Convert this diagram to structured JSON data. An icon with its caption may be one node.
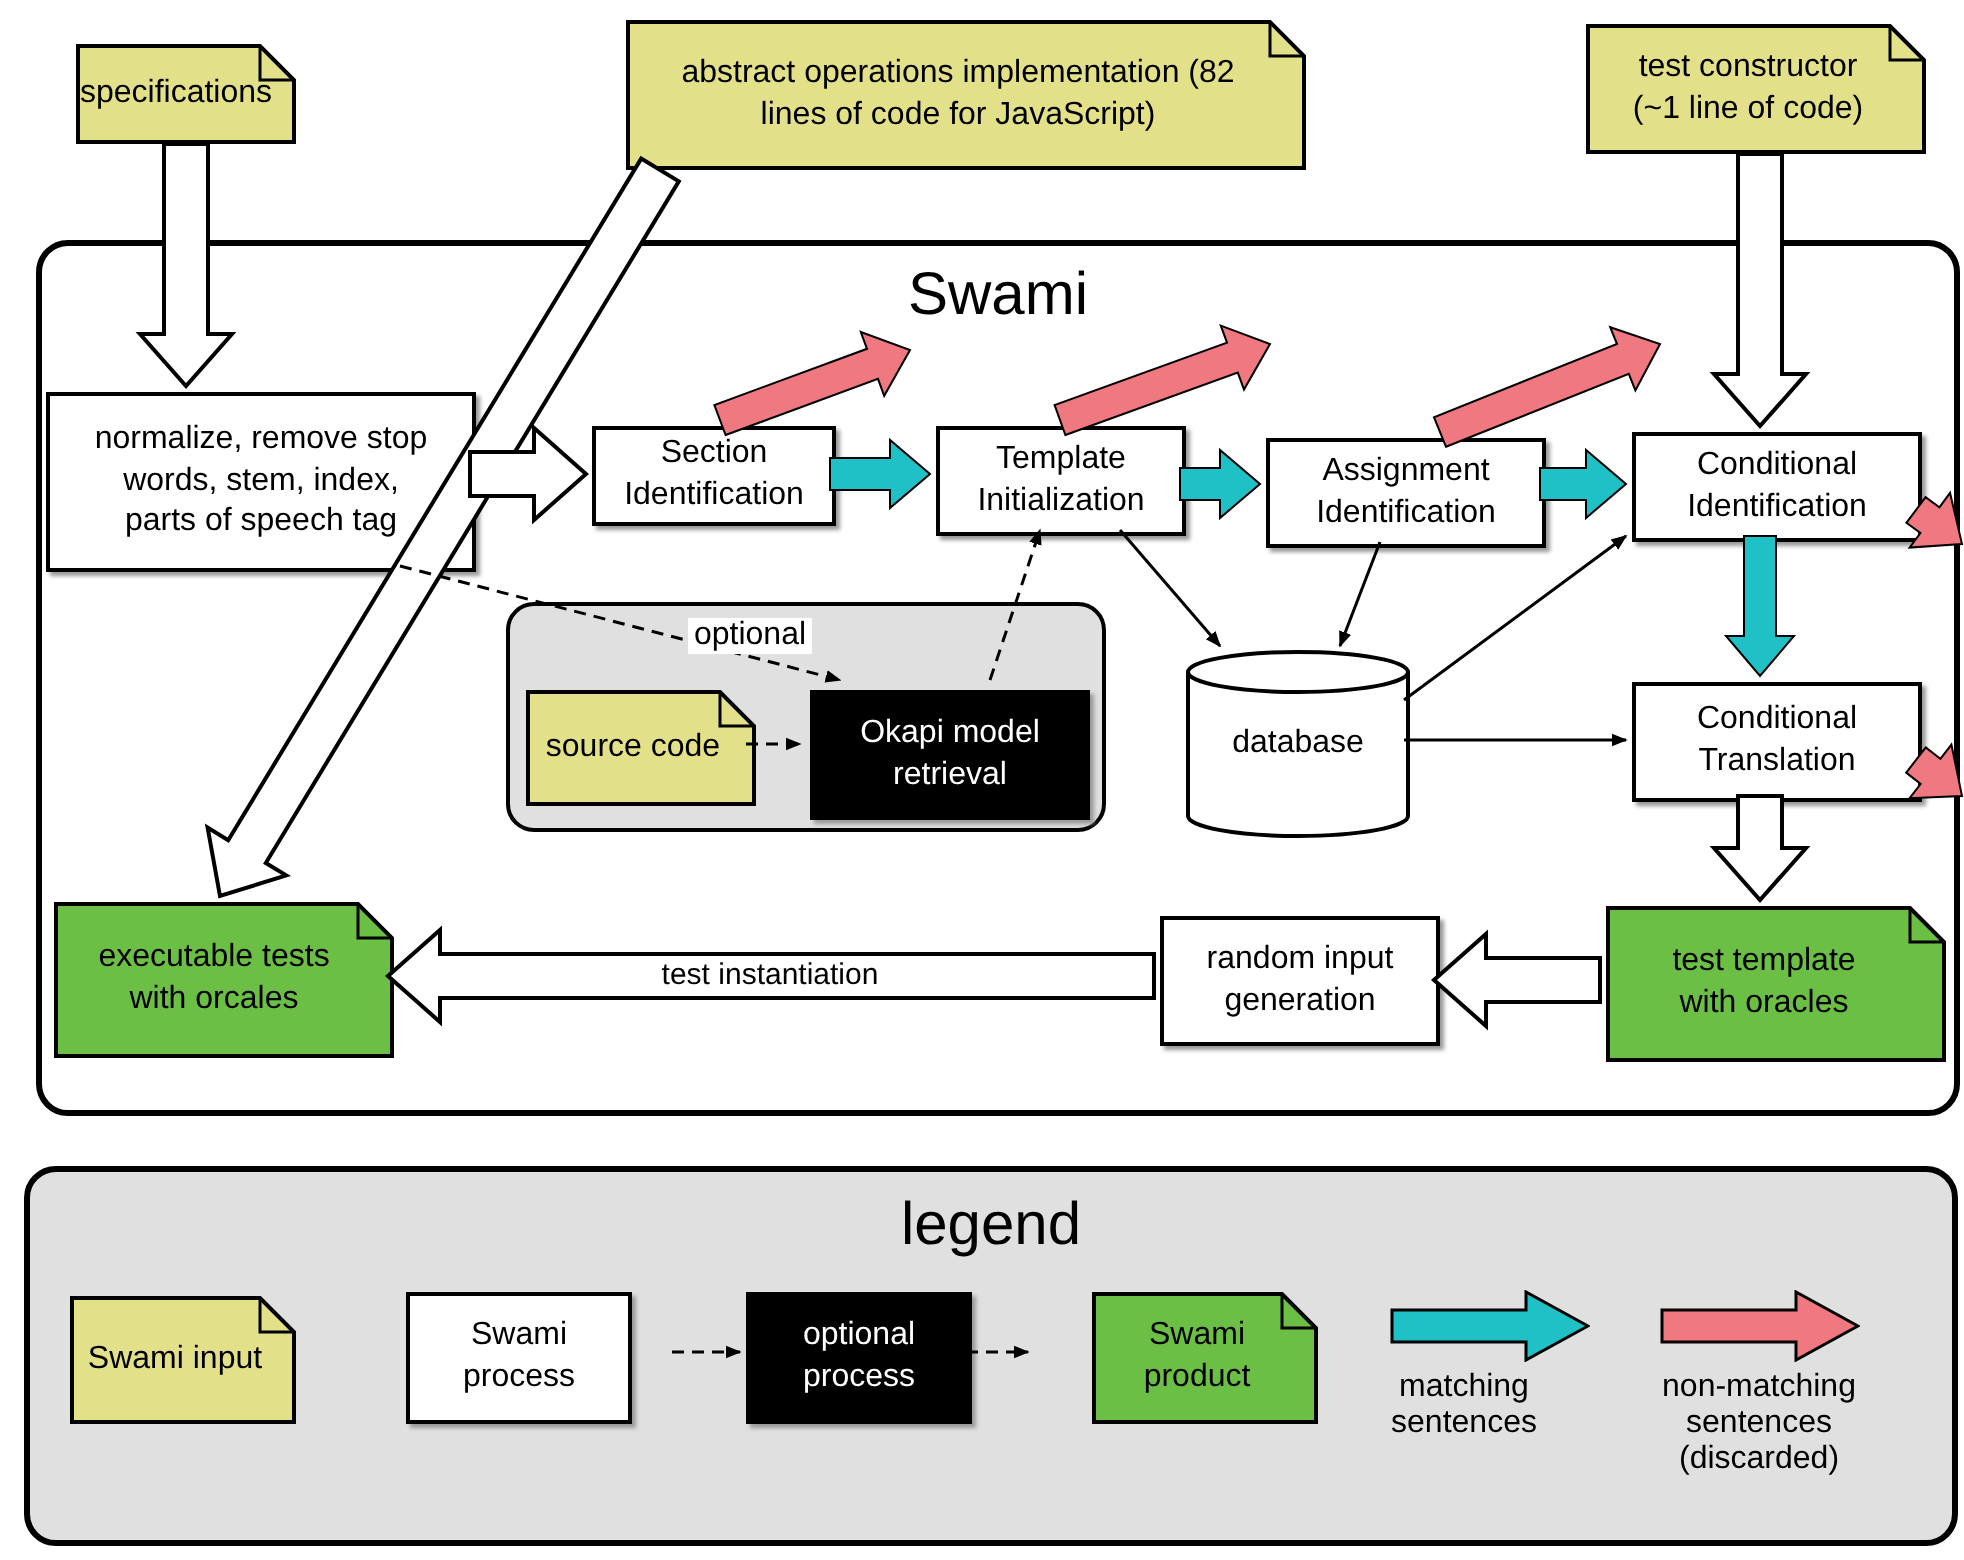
{
  "diagram": {
    "nodes": [
      {
        "text": [
          "Swami"
        ]
      },
      {
        "text": [
          "specifications"
        ]
      },
      {
        "text": [
          "abstract operations implementation (82 lines of code for JavaScript)"
        ]
      },
      {
        "text": [
          "test constructor (~1 line of code)"
        ]
      },
      {
        "text": [
          "normalize, remove stop words, stem, index, parts of speech tag"
        ],
        "in": 0
      },
      {
        "text": [
          "Section Identification"
        ],
        "in": 0
      },
      {
        "text": [
          "Template Initialization"
        ],
        "in": 0
      },
      {
        "text": [
          "Assignment Identification"
        ],
        "in": 0
      },
      {
        "text": [
          "Conditional Identification"
        ],
        "in": 0
      },
      {
        "text": [],
        "shape": "box",
        "in": 0
      },
      {
        "text": [
          "source code"
        ],
        "in": 9
      },
      {
        "text": [
          "Okapi model retrieval"
        ],
        "in": 9
      },
      {
        "text": [
          "database"
        ],
        "in": 0
      },
      {
        "text": [
          "Conditional Translation"
        ],
        "in": 0
      },
      {
        "text": [
          "test template with oracles"
        ],
        "in": 0
      },
      {
        "text": [
          "random input generation"
        ],
        "in": 0
      },
      {
        "text": [
          "executable tests with orcales"
        ],
        "in": 0
      },
      {
        "text": [
          "legend"
        ]
      },
      {
        "text": [
          "Swami input"
        ],
        "in": 17
      },
      {
        "text": [
          "Swami process"
        ],
        "in": 17
      },
      {
        "text": [
          "optional process"
        ],
        "in": 17
      },
      {
        "text": [
          "Swami product"
        ],
        "in": 17
      }
    ],
    "edges": [
      {
        "from": 1,
        "to": 4,
        "arrow": "to",
        "style": "thick"
      },
      {
        "from": 2,
        "to": 16,
        "arrow": "to",
        "style": "thick"
      },
      {
        "from": 3,
        "to": 8,
        "arrow": "to",
        "style": "thick"
      },
      {
        "from": 4,
        "to": 5,
        "arrow": "to",
        "style": "thick"
      },
      {
        "from": 5,
        "to": 6,
        "arrow": "to",
        "style": "thick",
        "color": "#1fc0c6"
      },
      {
        "from": 6,
        "to": 7,
        "arrow": "to",
        "style": "thick",
        "color": "#1fc0c6"
      },
      {
        "from": 7,
        "to": 8,
        "arrow": "to",
        "style": "thick",
        "color": "#1fc0c6"
      },
      {
        "from": 5,
        "to": null,
        "arrow": "to",
        "style": "thick",
        "color": "#f07880"
      },
      {
        "from": 6,
        "to": null,
        "arrow": "to",
        "style": "thick",
        "color": "#f07880"
      },
      {
        "from": 7,
        "to": null,
        "arrow": "to",
        "style": "thick",
        "color": "#f07880"
      },
      {
        "from": 8,
        "to": null,
        "arrow": "to",
        "style": "thick",
        "color": "#f07880"
      },
      {
        "from": 8,
        "to": 13,
        "arrow": "to",
        "style": "thick",
        "color": "#1fc0c6"
      },
      {
        "from": 13,
        "to": null,
        "arrow": "to",
        "style": "thick",
        "color": "#f07880"
      },
      {
        "from": 4,
        "to": 11,
        "arrow": "to",
        "style": "dashed",
        "label": "optional"
      },
      {
        "from": 10,
        "to": 11,
        "arrow": "to",
        "style": "dashed"
      },
      {
        "from": 11,
        "to": 6,
        "arrow": "to",
        "style": "dashed"
      },
      {
        "from": 6,
        "to": 12,
        "arrow": "to"
      },
      {
        "from": 7,
        "to": 12,
        "arrow": "to"
      },
      {
        "from": 12,
        "to": 8,
        "arrow": "to"
      },
      {
        "from": 12,
        "to": 13,
        "arrow": "to"
      },
      {
        "from": 13,
        "to": 14,
        "arrow": "to",
        "style": "thick"
      },
      {
        "from": 14,
        "to": 15,
        "arrow": "to",
        "style": "thick"
      },
      {
        "from": 15,
        "to": 16,
        "arrow": "to",
        "style": "thick",
        "label": "test instantiation"
      },
      {
        "from": null,
        "to": 20,
        "arrow": "to",
        "style": "dashed"
      },
      {
        "from": 20,
        "to": null,
        "arrow": "to",
        "style": "dashed"
      }
    ],
    "legend": [
      {
        "text": "matching sentences",
        "color": "#1fc0c6"
      },
      {
        "text": "non-matching sentences (discarded)",
        "color": "#f07880"
      }
    ]
  }
}
